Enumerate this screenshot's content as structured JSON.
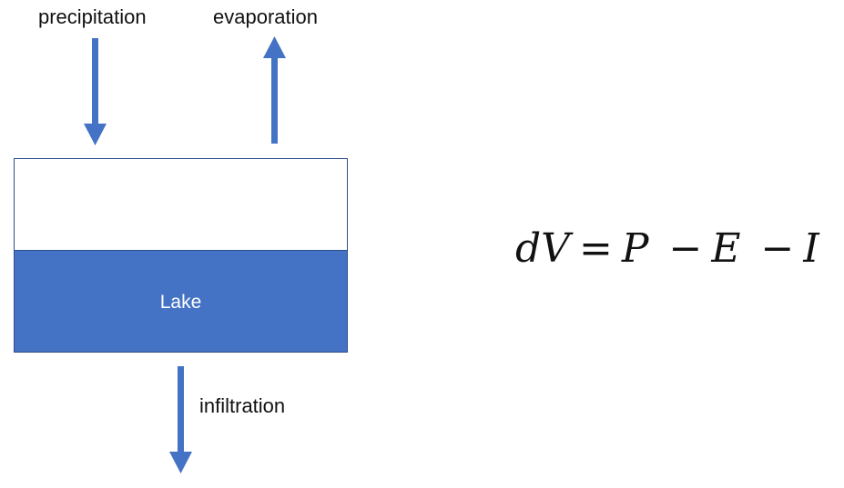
{
  "labels": {
    "precipitation": "precipitation",
    "evaporation": "evaporation",
    "infiltration": "infiltration",
    "lake": "Lake"
  },
  "equation": {
    "lhs": "dV",
    "equals": "=",
    "term1": "P",
    "minus1": "−",
    "term2": "E",
    "minus2": "−",
    "term3": "I"
  },
  "colors": {
    "water": "#4472c4",
    "arrow": "#4472c4",
    "outline": "#2f4f8a"
  },
  "icons": {
    "precipitation": "arrow-down-icon",
    "evaporation": "arrow-up-icon",
    "infiltration": "arrow-down-icon"
  }
}
